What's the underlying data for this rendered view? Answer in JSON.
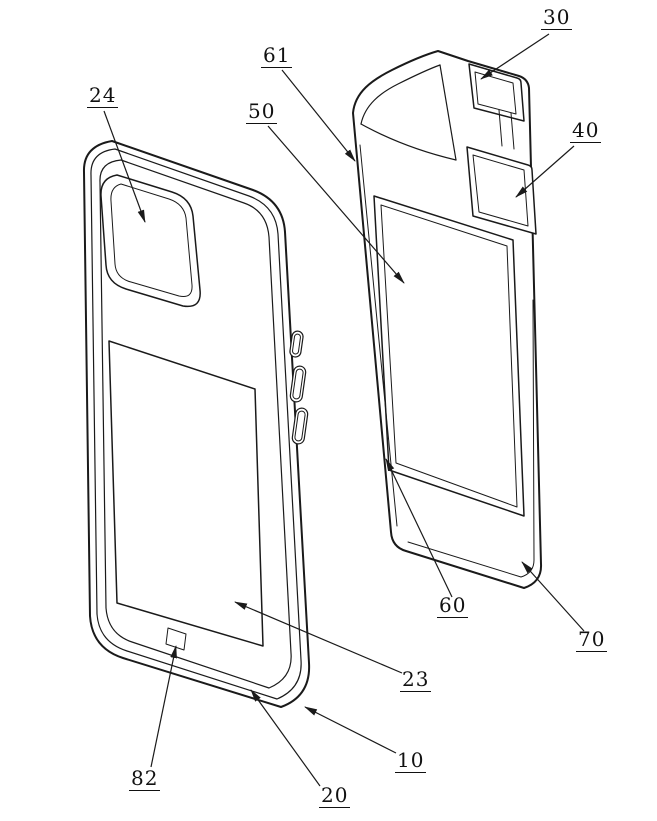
{
  "figure": {
    "type": "patent-exploded-view-drawing",
    "background": "#ffffff",
    "line_color": "#1a1a1a"
  },
  "labels": [
    {
      "id": "30",
      "text": "30"
    },
    {
      "id": "61",
      "text": "61"
    },
    {
      "id": "50",
      "text": "50"
    },
    {
      "id": "24",
      "text": "24"
    },
    {
      "id": "40",
      "text": "40"
    },
    {
      "id": "60",
      "text": "60"
    },
    {
      "id": "70",
      "text": "70"
    },
    {
      "id": "23",
      "text": "23"
    },
    {
      "id": "10",
      "text": "10"
    },
    {
      "id": "82",
      "text": "82"
    },
    {
      "id": "20",
      "text": "20"
    }
  ]
}
